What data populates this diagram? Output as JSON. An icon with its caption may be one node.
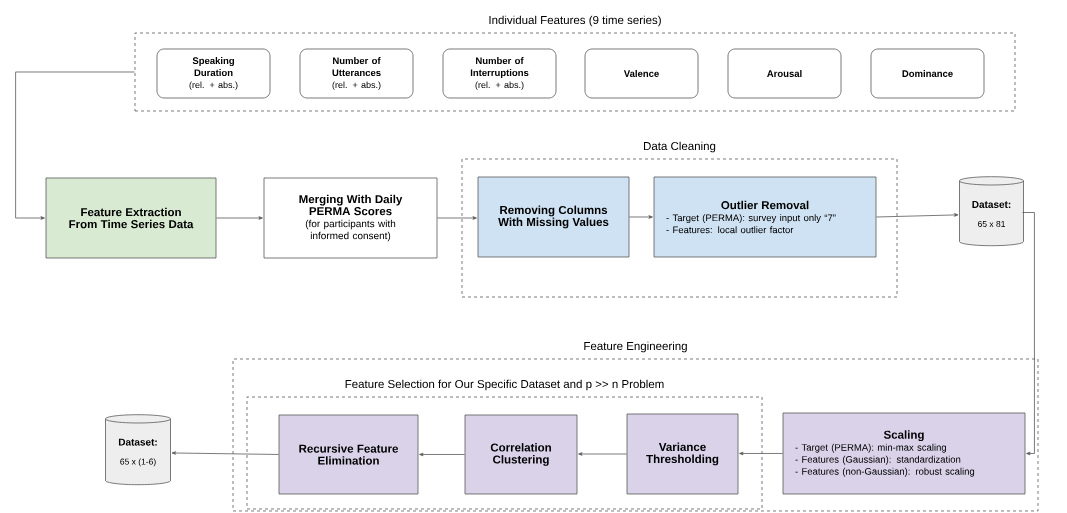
{
  "diagram": {
    "nodes": [
      {
        "text": [
          "Individual Features (9 time series)"
        ]
      },
      {
        "text": [
          "Speaking Duration",
          "(rel. + abs.)"
        ],
        "in": 0
      },
      {
        "text": [
          "Number of Utterances",
          "(rel. + abs.)"
        ],
        "in": 0
      },
      {
        "text": [
          "Number of Interruptions",
          "(rel. + abs.)"
        ],
        "in": 0
      },
      {
        "text": [
          "Valence"
        ],
        "in": 0
      },
      {
        "text": [
          "Arousal"
        ],
        "in": 0
      },
      {
        "text": [
          "Dominance"
        ],
        "in": 0
      },
      {
        "text": [
          "Feature Extraction From Time Series Data"
        ]
      },
      {
        "text": [
          "Merging With Daily PERMA Scores",
          "(for participants with informed consent)"
        ]
      },
      {
        "text": [
          "Data Cleaning"
        ]
      },
      {
        "text": [
          "Removing Columns With Missing Values"
        ],
        "in": 9
      },
      {
        "text": [
          "Outlier Removal",
          "- Target (PERMA): survey input only “7”",
          "- Features: local outlier factor"
        ],
        "in": 9
      },
      {
        "text": [
          "Dataset:",
          "65 x 81"
        ]
      },
      {
        "text": [
          "Feature Engineering"
        ]
      },
      {
        "text": [
          "Feature Selection for Our Specific Dataset and p >> n Problem"
        ],
        "in": 13
      },
      {
        "text": [
          "Recursive Feature Elimination"
        ],
        "in": 14
      },
      {
        "text": [
          "Correlation Clustering"
        ],
        "in": 14
      },
      {
        "text": [
          "Variance Thresholding"
        ],
        "in": 14
      },
      {
        "text": [
          "Scaling",
          "- Target (PERMA): min-max scaling",
          "- Features (Gaussian): standardization",
          "- Features (non-Gaussian): robust scaling"
        ],
        "in": 13
      },
      {
        "text": [
          "Dataset:",
          "65 x (1-6)"
        ]
      }
    ],
    "edges": [
      {
        "from": 0,
        "to": 7,
        "arrow": "to"
      },
      {
        "from": 7,
        "to": 8,
        "arrow": "to"
      },
      {
        "from": 8,
        "to": 10,
        "arrow": "to"
      },
      {
        "from": 10,
        "to": 11,
        "arrow": "to"
      },
      {
        "from": 11,
        "to": 12,
        "arrow": "to"
      },
      {
        "from": 12,
        "to": 18,
        "arrow": "to"
      },
      {
        "from": 18,
        "to": 17,
        "arrow": "to"
      },
      {
        "from": 17,
        "to": 16,
        "arrow": "to"
      },
      {
        "from": 16,
        "to": 15,
        "arrow": "to"
      },
      {
        "from": 15,
        "to": 19,
        "arrow": "to"
      }
    ]
  }
}
